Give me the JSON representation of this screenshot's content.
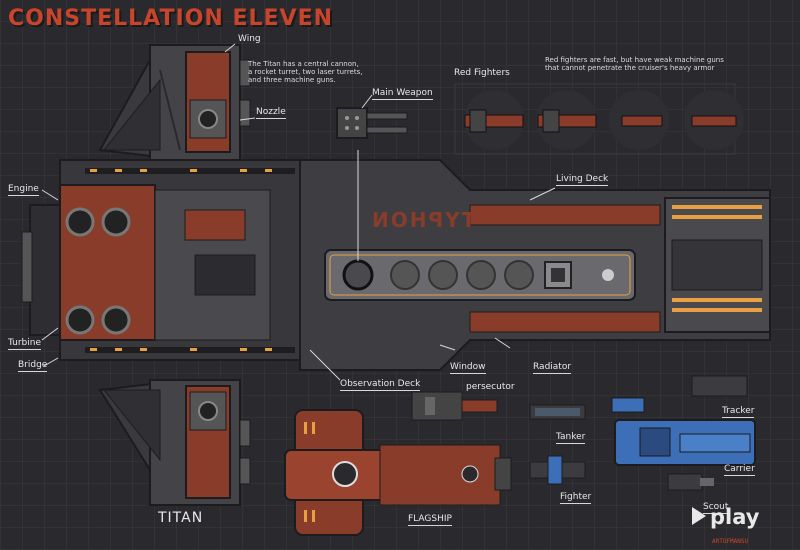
{
  "title": "CONSTELLATION ELEVEN",
  "titan_label": "TITAN",
  "callouts": {
    "wing": "Wing",
    "nozzle": "Nozzle",
    "engine": "Engine",
    "turbine": "Turbine",
    "bridge": "Bridge",
    "main_weapon": "Main Weapon",
    "living_deck": "Living Deck",
    "window": "Window",
    "radiator": "Radiator",
    "observation_deck": "Observation Deck",
    "red_fighters": "Red Fighters"
  },
  "notes": {
    "titan_line1": "The Titan has a central cannon,",
    "titan_line2": "a rocket turret, two laser turrets,",
    "titan_line3": "and three machine guns.",
    "red_line1": "Red fighters are fast, but have weak machine guns",
    "red_line2": "that cannot penetrate the cruiser's heavy armor"
  },
  "hull_text": "TYPHON",
  "ships": {
    "persecutor": "persecutor",
    "tanker": "Tanker",
    "fighter": "Fighter",
    "tracker": "Tracker",
    "carrier": "Carrier",
    "scout": "Scout",
    "flagship": "FLAGSHIP"
  },
  "brand": {
    "logo": "play",
    "signature": "ARTOFMANSU"
  },
  "colors": {
    "accent_red": "#c8452c",
    "hull_dark": "#3a3a3e",
    "rust": "#8a3c2a",
    "blue": "#3d6fb8"
  }
}
